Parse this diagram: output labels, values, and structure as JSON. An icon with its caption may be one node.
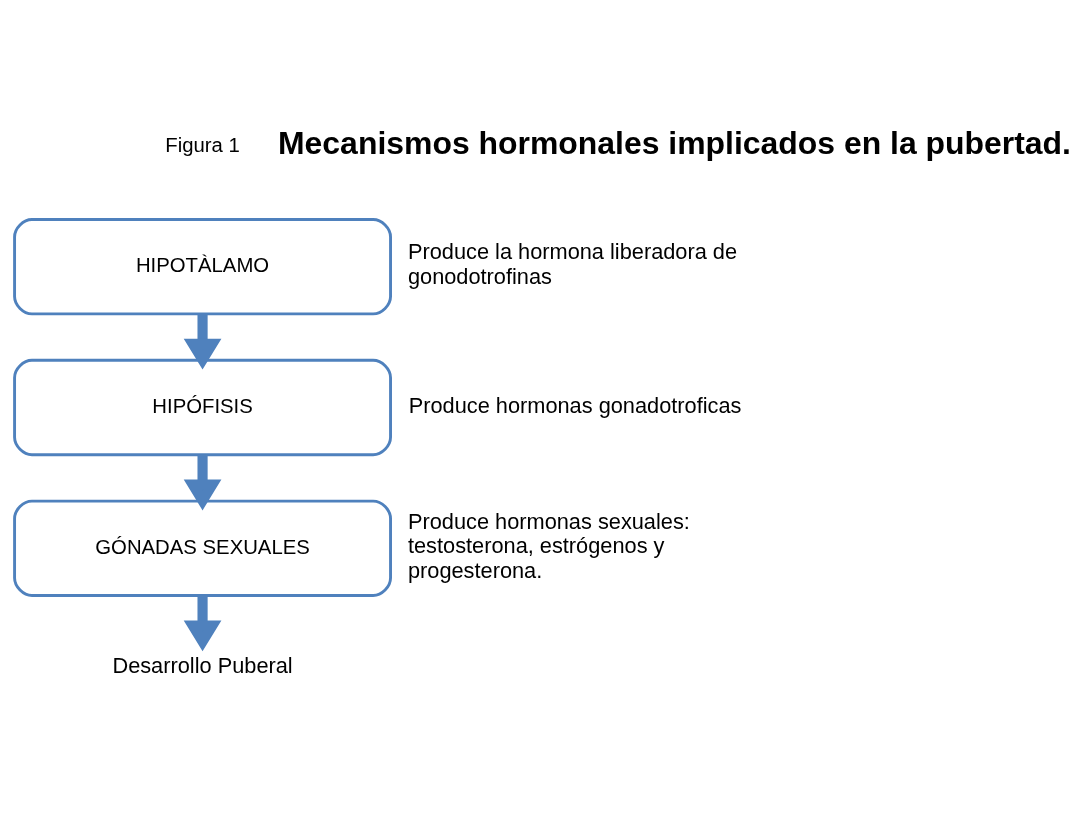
{
  "diagram": {
    "title": "Mecanismos hormonales implicados en la pubertad.",
    "nodes": [
      {
        "text": [
          "HIPOTÀLAMO"
        ],
        "beside": [
          "Produce la hormona liberadora de gonodotrofinas"
        ]
      },
      {
        "text": [
          "HIPÓFISIS"
        ],
        "beside": [
          "Produce hormonas gonadotroficas"
        ]
      },
      {
        "text": [
          "GÓNADAS SEXUALES"
        ],
        "beside": [
          "Produce hormonas sexuales: testosterona, estrógenos y progesterona."
        ]
      },
      {
        "text": [
          "Desarrollo Puberal"
        ]
      }
    ],
    "edges": [
      {
        "from": 0,
        "to": 1,
        "arrow": "to"
      },
      {
        "from": 1,
        "to": 2,
        "arrow": "to"
      },
      {
        "from": 2,
        "to": 3,
        "arrow": "to"
      }
    ],
    "labels": [
      "Figura 1"
    ]
  }
}
